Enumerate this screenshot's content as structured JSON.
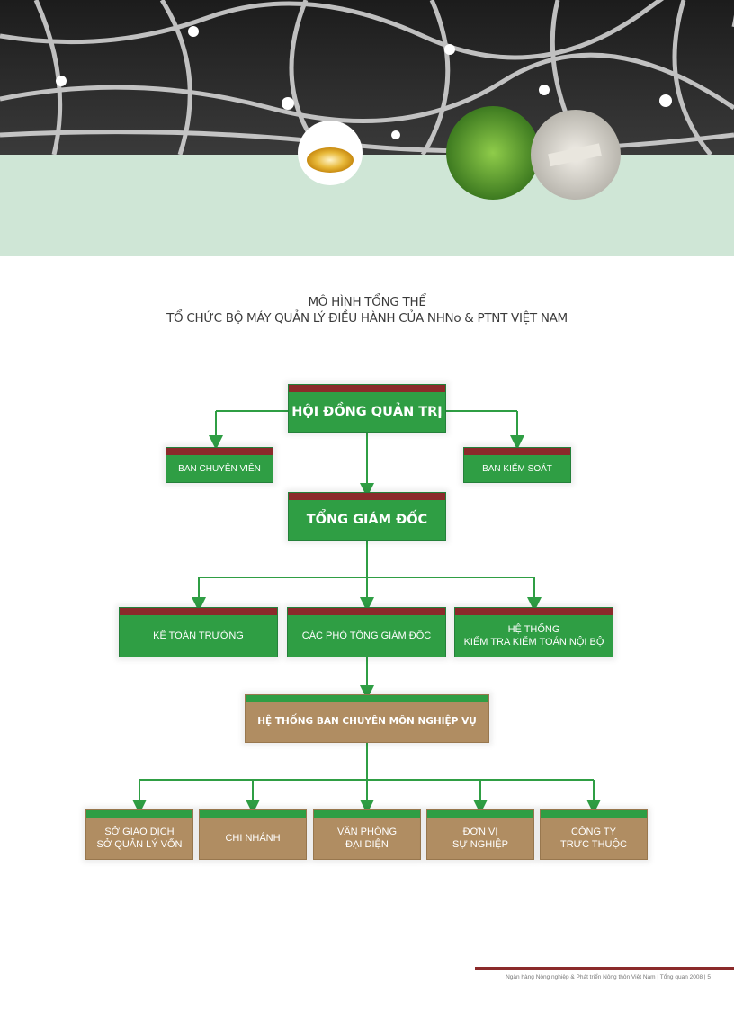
{
  "title": {
    "line1": "MÔ HÌNH TỔNG THỂ",
    "line2": "TỔ CHỨC BỘ MÁY QUẢN LÝ ĐIỀU HÀNH CỦA  NHNo & PTNT VIỆT NAM"
  },
  "chart": {
    "board": "HỘI ĐỒNG QUẢN TRỊ",
    "advisory": "BAN CHUYÊN VIÊN",
    "supervisory": "BAN KIỂM SOÁT",
    "ceo": "TỔNG GIÁM ĐỐC",
    "chief_accountant": "KẾ TOÁN TRƯỞNG",
    "deputy_ceos": "CÁC PHÓ TỔNG GIÁM ĐỐC",
    "audit_line1": "HỆ THỐNG",
    "audit_line2": "KIỂM TRA KIỂM TOÁN NỘI BỘ",
    "departments": "HỆ THỐNG BAN CHUYÊN MÔN NGHIỆP VỤ",
    "units": [
      {
        "line1": "SỞ GIAO DỊCH",
        "line2": "SỞ QUẢN LÝ VỐN"
      },
      {
        "line1": "CHI NHÁNH",
        "line2": ""
      },
      {
        "line1": "VĂN PHÒNG",
        "line2": "ĐẠI DIỆN"
      },
      {
        "line1": "ĐƠN VỊ",
        "line2": "SỰ NGHIỆP"
      },
      {
        "line1": "CÔNG TY",
        "line2": "TRỰC THUỘC"
      }
    ]
  },
  "footer": {
    "text": "Ngân hàng Nông nghiệp & Phát triển Nông thôn Việt Nam | Tổng quan 2008 | 5"
  },
  "colors": {
    "green": "#2f9e44",
    "maroon": "#8b2a2a",
    "tan": "#b08d62",
    "mint": "#cfe6d6"
  }
}
